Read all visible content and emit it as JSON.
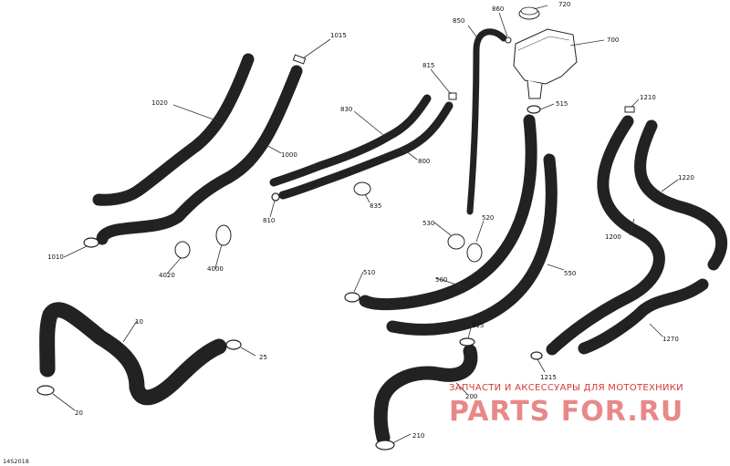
{
  "diagram": {
    "reference_code": "14S2018",
    "parts": [
      {
        "id": "p720",
        "number": "720"
      },
      {
        "id": "p860",
        "number": "860"
      },
      {
        "id": "p850",
        "number": "850"
      },
      {
        "id": "p700",
        "number": "700"
      },
      {
        "id": "p1015",
        "number": "1015"
      },
      {
        "id": "p815",
        "number": "815"
      },
      {
        "id": "p515",
        "number": "515"
      },
      {
        "id": "p1210",
        "number": "1210"
      },
      {
        "id": "p1020",
        "number": "1020"
      },
      {
        "id": "p830",
        "number": "830"
      },
      {
        "id": "p1000",
        "number": "1000"
      },
      {
        "id": "p800",
        "number": "800"
      },
      {
        "id": "p1220",
        "number": "1220"
      },
      {
        "id": "p810",
        "number": "810"
      },
      {
        "id": "p835",
        "number": "835"
      },
      {
        "id": "p530",
        "number": "530"
      },
      {
        "id": "p520",
        "number": "520"
      },
      {
        "id": "p1200",
        "number": "1200"
      },
      {
        "id": "p1010",
        "number": "1010"
      },
      {
        "id": "p4020",
        "number": "4020"
      },
      {
        "id": "p4000",
        "number": "4000"
      },
      {
        "id": "p510",
        "number": "510"
      },
      {
        "id": "p500",
        "number": "500"
      },
      {
        "id": "p550",
        "number": "550"
      },
      {
        "id": "p10",
        "number": "10"
      },
      {
        "id": "p1270",
        "number": "1270"
      },
      {
        "id": "p215",
        "number": "215"
      },
      {
        "id": "p25",
        "number": "25"
      },
      {
        "id": "p1215",
        "number": "1215"
      },
      {
        "id": "p20",
        "number": "20"
      },
      {
        "id": "p200",
        "number": "200"
      },
      {
        "id": "p210",
        "number": "210"
      }
    ]
  },
  "watermark": {
    "tagline": "ЗАПЧАСТИ И АКСЕССУАРЫ ДЛЯ МОТОТЕХНИКИ",
    "brand": "PARTS FOR.RU"
  }
}
